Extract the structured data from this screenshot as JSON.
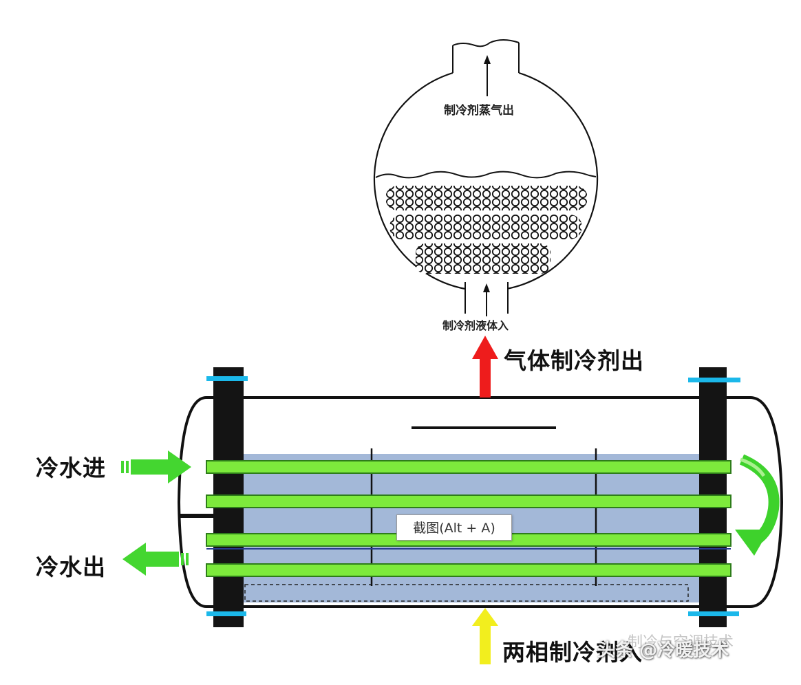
{
  "labels": {
    "vapor_out": "制冷剂蒸气出",
    "liquid_in": "制冷剂液体入",
    "gas_refrigerant_out": "气体制冷剂出",
    "cold_water_in": "冷水进",
    "cold_water_out": "冷水出",
    "two_phase_in": "两相制冷剂入"
  },
  "tooltip": {
    "text": "截图(Alt + A)"
  },
  "watermark": {
    "source": "头条",
    "handle": "@冷暖技术",
    "faded": "制冷与空调技术"
  },
  "colors": {
    "tube_green": "#7dea3c",
    "arrow_green": "#3ed22c",
    "gas_arrow_red": "#ee1c1c",
    "inlet_arrow_yellow": "#f2ee1e",
    "liquid_blue": "#a3b8d8",
    "flange_black": "#141414",
    "gasket_cyan": "#1bb8ea"
  },
  "icons": {
    "tooltip": "screenshot-tooltip"
  }
}
